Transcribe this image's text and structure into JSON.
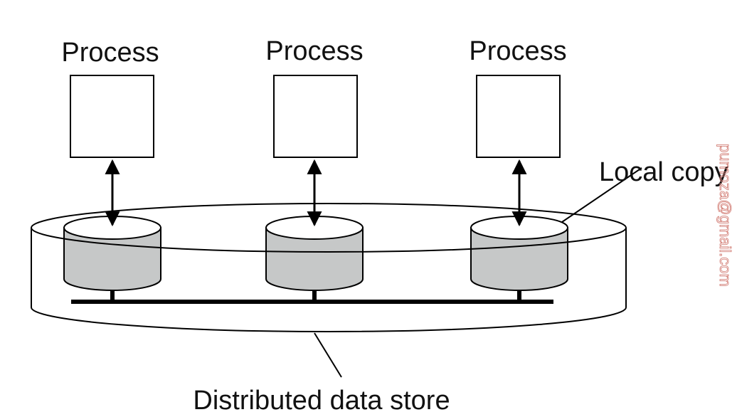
{
  "diagram": {
    "process_labels": [
      "Process",
      "Process",
      "Process"
    ],
    "local_copy_label": "Local copy",
    "data_store_label": "Distributed data store",
    "watermark_text": "pumoza@gmail.com"
  },
  "colors": {
    "cylinder_fill": "#c6c8c8",
    "watermark": "#d4827a",
    "stroke": "#000000",
    "background": "#ffffff"
  }
}
